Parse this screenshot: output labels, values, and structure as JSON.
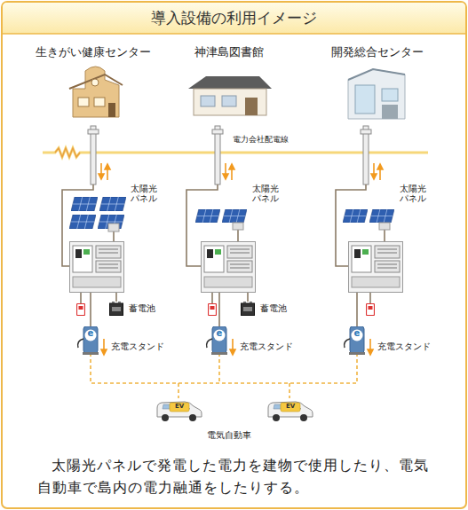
{
  "diagram": {
    "title": "導入設備の利用イメージ",
    "caption": "太陽光パネルで発電した電力を建物で使用したり、電気自動車で島内の電力融通をしたりする。",
    "labels": [
      "生きがい健康センター",
      "神津島図書館",
      "開発総合センター",
      "電力会社配電線",
      "太陽光パネル",
      "太陽光パネル",
      "太陽光パネル",
      "蓄電池",
      "蓄電池",
      "e",
      "充電スタンド",
      "e",
      "充電スタンド",
      "e",
      "充電スタンド",
      "EV",
      "EV",
      "電気自動車"
    ]
  }
}
